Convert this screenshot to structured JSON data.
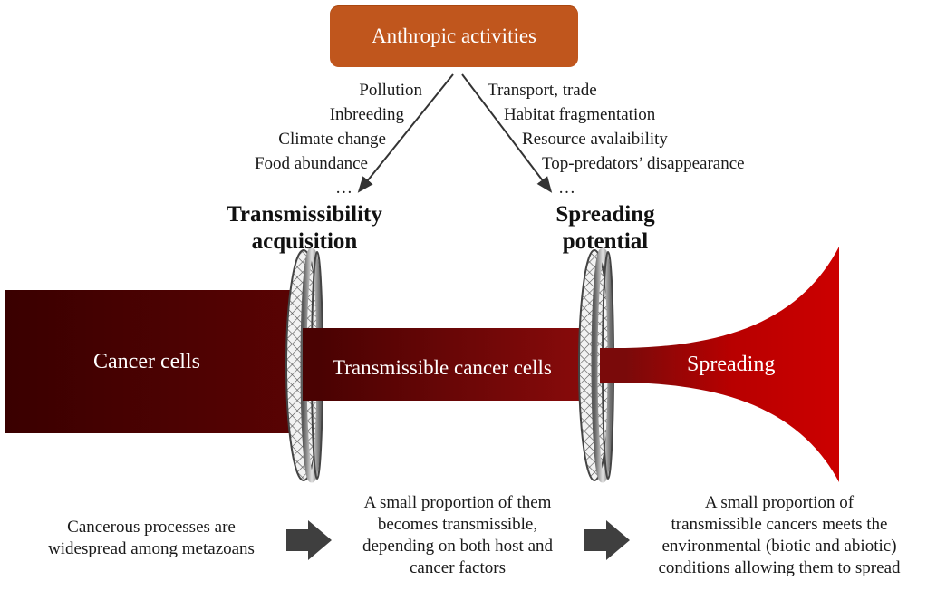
{
  "top_box": {
    "label": "Anthropic activities",
    "color": "#c0561d"
  },
  "factors_left": [
    "Pollution",
    "Inbreeding",
    "Climate change",
    "Food abundance",
    "…"
  ],
  "factors_right": [
    "Transport, trade",
    "Habitat fragmentation",
    "Resource avalaibility",
    "Top-predators’ disappearance",
    "…"
  ],
  "filters": {
    "left_title_line1": "Transmissibility",
    "left_title_line2": "acquisition",
    "right_title_line1": "Spreading",
    "right_title_line2": "potential"
  },
  "stages": {
    "cancer_cells": "Cancer cells",
    "transmissible_cells": "Transmissible cancer cells",
    "spreading": "Spreading"
  },
  "captions": {
    "left": [
      "Cancerous processes are",
      "widespread among metazoans"
    ],
    "middle": [
      "A small proportion of them",
      "becomes transmissible,",
      "depending on both host and",
      "cancer factors"
    ],
    "right": [
      "A small proportion of",
      "transmissible cancers meets the",
      "environmental (biotic and abiotic)",
      "conditions allowing them to spread"
    ]
  },
  "colors": {
    "dark_red": "#3d0000",
    "mid_red": "#7a0a0a",
    "bright_red": "#c00000",
    "arrow_gray": "#404040"
  }
}
